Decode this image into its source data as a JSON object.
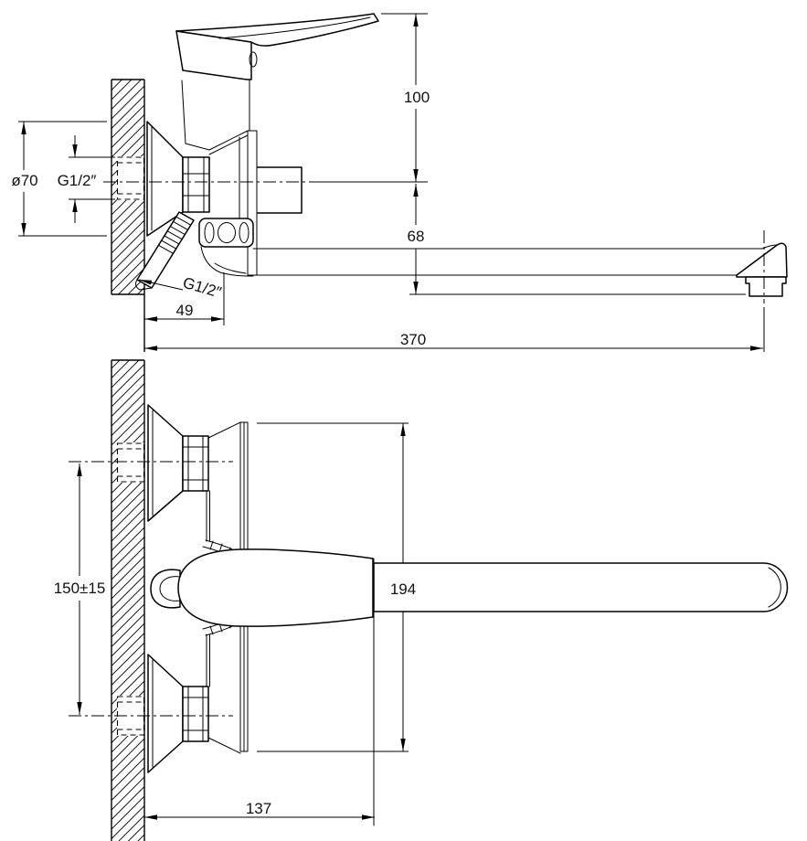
{
  "drawing": {
    "side_view": {
      "dimensions": {
        "handle_height": "100",
        "spout_drop": "68",
        "spout_reach": "370",
        "wall_to_body": "49",
        "flange_diameter": "ø70",
        "inlet_thread": "G1/2″",
        "shower_outlet_thread": "G1/2″"
      }
    },
    "plan_view": {
      "dimensions": {
        "inlet_spacing": "150±15",
        "body_span": "194",
        "wall_to_handle": "137"
      }
    },
    "colors": {
      "line": "#000000",
      "background": "#ffffff"
    }
  }
}
